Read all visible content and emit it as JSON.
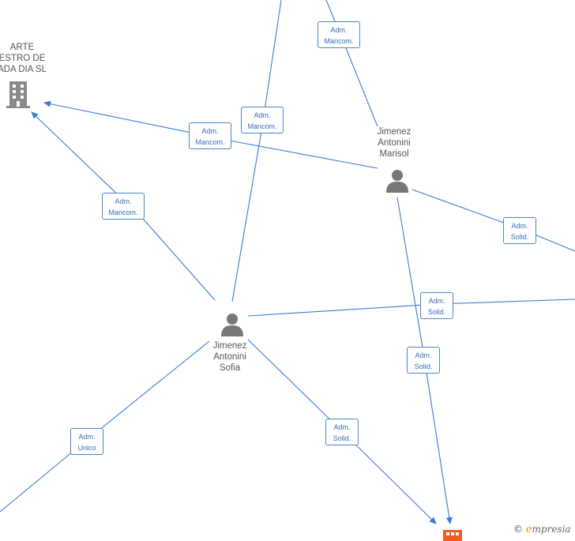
{
  "nodes": {
    "company_main": {
      "label_lines": [
        "ARTE",
        "ESTRO DE",
        "ADA DIA  SL"
      ]
    },
    "person_marisol": {
      "label_lines": [
        "Jimenez",
        "Antonini",
        "Marisol"
      ]
    },
    "person_sofia": {
      "label_lines": [
        "Jimenez",
        "Antonini",
        "Sofia"
      ]
    }
  },
  "edges": [
    {
      "id": "e1",
      "lines": [
        "Adm.",
        "Mancom."
      ]
    },
    {
      "id": "e2",
      "lines": [
        "Adm.",
        "Mancom."
      ]
    },
    {
      "id": "e3",
      "lines": [
        "Adm.",
        "Mancom."
      ]
    },
    {
      "id": "e4",
      "lines": [
        "Adm.",
        "Mancom."
      ]
    },
    {
      "id": "e5",
      "lines": [
        "Adm.",
        "Solid."
      ]
    },
    {
      "id": "e6",
      "lines": [
        "Adm.",
        "Solid."
      ]
    },
    {
      "id": "e7",
      "lines": [
        "Adm.",
        "Solid."
      ]
    },
    {
      "id": "e8",
      "lines": [
        "Adm.",
        "Solid."
      ]
    },
    {
      "id": "e9",
      "lines": [
        "Adm.",
        "Unico"
      ]
    }
  ],
  "watermark": {
    "copyright": "©",
    "brand_initial": "e",
    "brand_rest": "mpresia"
  },
  "colors": {
    "edge": "#3a7bd5",
    "label_border": "#4a86c9",
    "label_text": "#2f6db5",
    "node_text": "#555555",
    "person_icon": "#777777",
    "building_icon": "#8a8a8a",
    "company_accent": "#f05a23",
    "brand": "#f08a1c"
  }
}
